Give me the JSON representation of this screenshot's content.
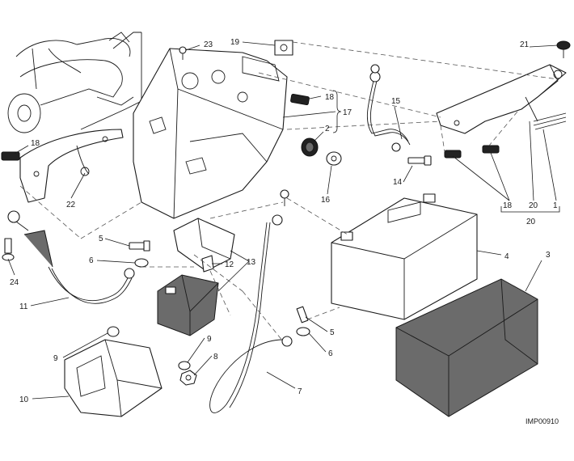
{
  "image_code": "IMP00910",
  "labels": {
    "l1": "1",
    "l2": "2",
    "l3": "3",
    "l4": "4",
    "l5a": "5",
    "l5b": "5",
    "l6a": "6",
    "l6b": "6",
    "l7": "7",
    "l8": "8",
    "l9a": "9",
    "l9b": "9",
    "l10": "10",
    "l11": "11",
    "l12": "12",
    "l13": "13",
    "l14": "14",
    "l15": "15",
    "l16": "16",
    "l17": "17",
    "l18a": "18",
    "l18b": "18",
    "l18c": "18",
    "l19": "19",
    "l20": "20",
    "l21": "21",
    "l22": "22",
    "l23": "23",
    "l24": "24"
  },
  "colors": {
    "line": "#1a1a1a",
    "shade": "#6b6b6b",
    "background": "#ffffff"
  }
}
